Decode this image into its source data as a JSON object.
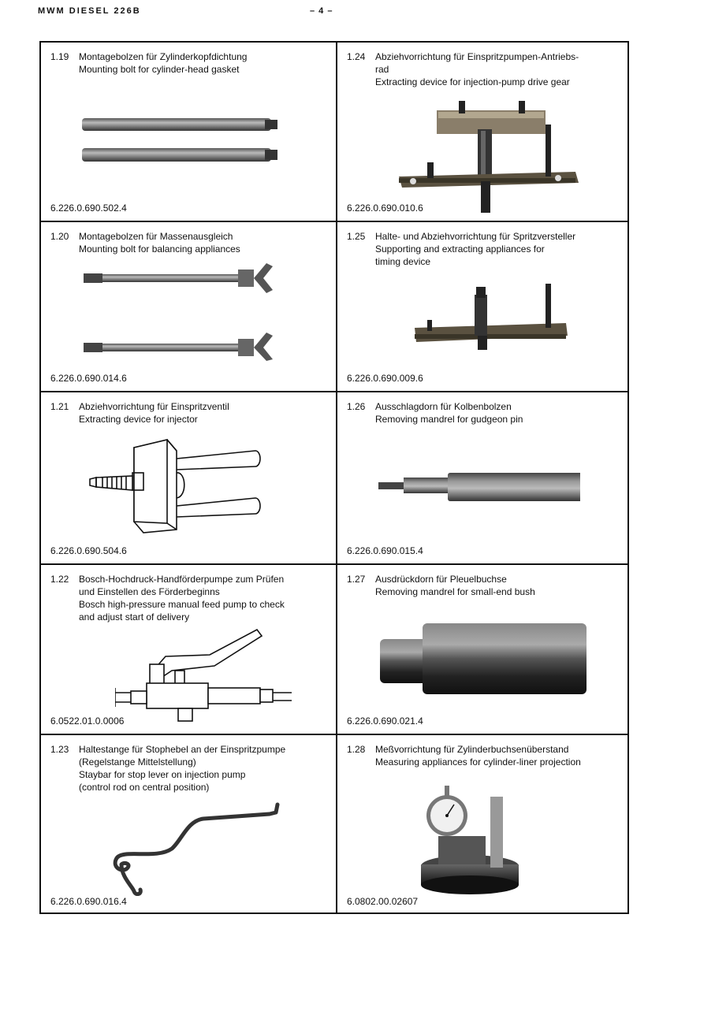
{
  "header": {
    "left": "MWM DIESEL  226B",
    "right": "– 4 –"
  },
  "items": [
    {
      "num": "1.19",
      "lines": [
        "Montagebolzen für Zylinderkopfdichtung",
        "Mounting bolt for cylinder-head gasket"
      ],
      "part": "6.226.0.690.502.4",
      "icon": "mounting-bolt-pair-icon"
    },
    {
      "num": "1.24",
      "lines": [
        "Abziehvorrichtung für Einspritzpumpen-Antriebs-",
        "rad",
        "Extracting device for injection-pump drive gear"
      ],
      "part": "6.226.0.690.010.6",
      "icon": "gear-puller-icon"
    },
    {
      "num": "1.20",
      "lines": [
        "Montagebolzen für Massenausgleich",
        "Mounting bolt for balancing appliances"
      ],
      "part": "6.226.0.690.014.6",
      "icon": "wing-nut-bolt-icon"
    },
    {
      "num": "1.25",
      "lines": [
        "Halte- und Abziehvorrichtung für Spritzversteller",
        "Supporting and extracting appliances for",
        "timing device"
      ],
      "part": "6.226.0.690.009.6",
      "icon": "timing-device-puller-icon"
    },
    {
      "num": "1.21",
      "lines": [
        "Abziehvorrichtung für Einspritzventil",
        "Extracting device for injector"
      ],
      "part": "6.226.0.690.504.6",
      "icon": "injector-puller-icon"
    },
    {
      "num": "1.26",
      "lines": [
        "Ausschlagdorn für Kolbenbolzen",
        "Removing mandrel for gudgeon pin"
      ],
      "part": "6.226.0.690.015.4",
      "icon": "gudgeon-pin-mandrel-icon"
    },
    {
      "num": "1.22",
      "lines": [
        "Bosch-Hochdruck-Handförderpumpe zum Prüfen",
        "und Einstellen des Förderbeginns",
        "Bosch high-pressure manual feed pump to check",
        "and adjust start of delivery"
      ],
      "part": "6.0522.01.0.0006",
      "icon": "hand-feed-pump-icon"
    },
    {
      "num": "1.27",
      "lines": [
        "Ausdrückdorn für Pleuelbuchse",
        "Removing mandrel for small-end bush"
      ],
      "part": "6.226.0.690.021.4",
      "icon": "small-end-bush-mandrel-icon"
    },
    {
      "num": "1.23",
      "lines": [
        "Haltestange für Stophebel an der Einspritzpumpe",
        "(Regelstange Mittelstellung)",
        "Staybar for stop lever on injection pump",
        "(control rod on central position)"
      ],
      "part": "6.226.0.690.016.4",
      "icon": "staybar-icon"
    },
    {
      "num": "1.28",
      "lines": [
        "Meßvorrichtung für Zylinderbuchsenüberstand",
        "Measuring appliances for cylinder-liner projection"
      ],
      "part": "6.0802.00.02607",
      "icon": "dial-gauge-stand-icon"
    }
  ]
}
